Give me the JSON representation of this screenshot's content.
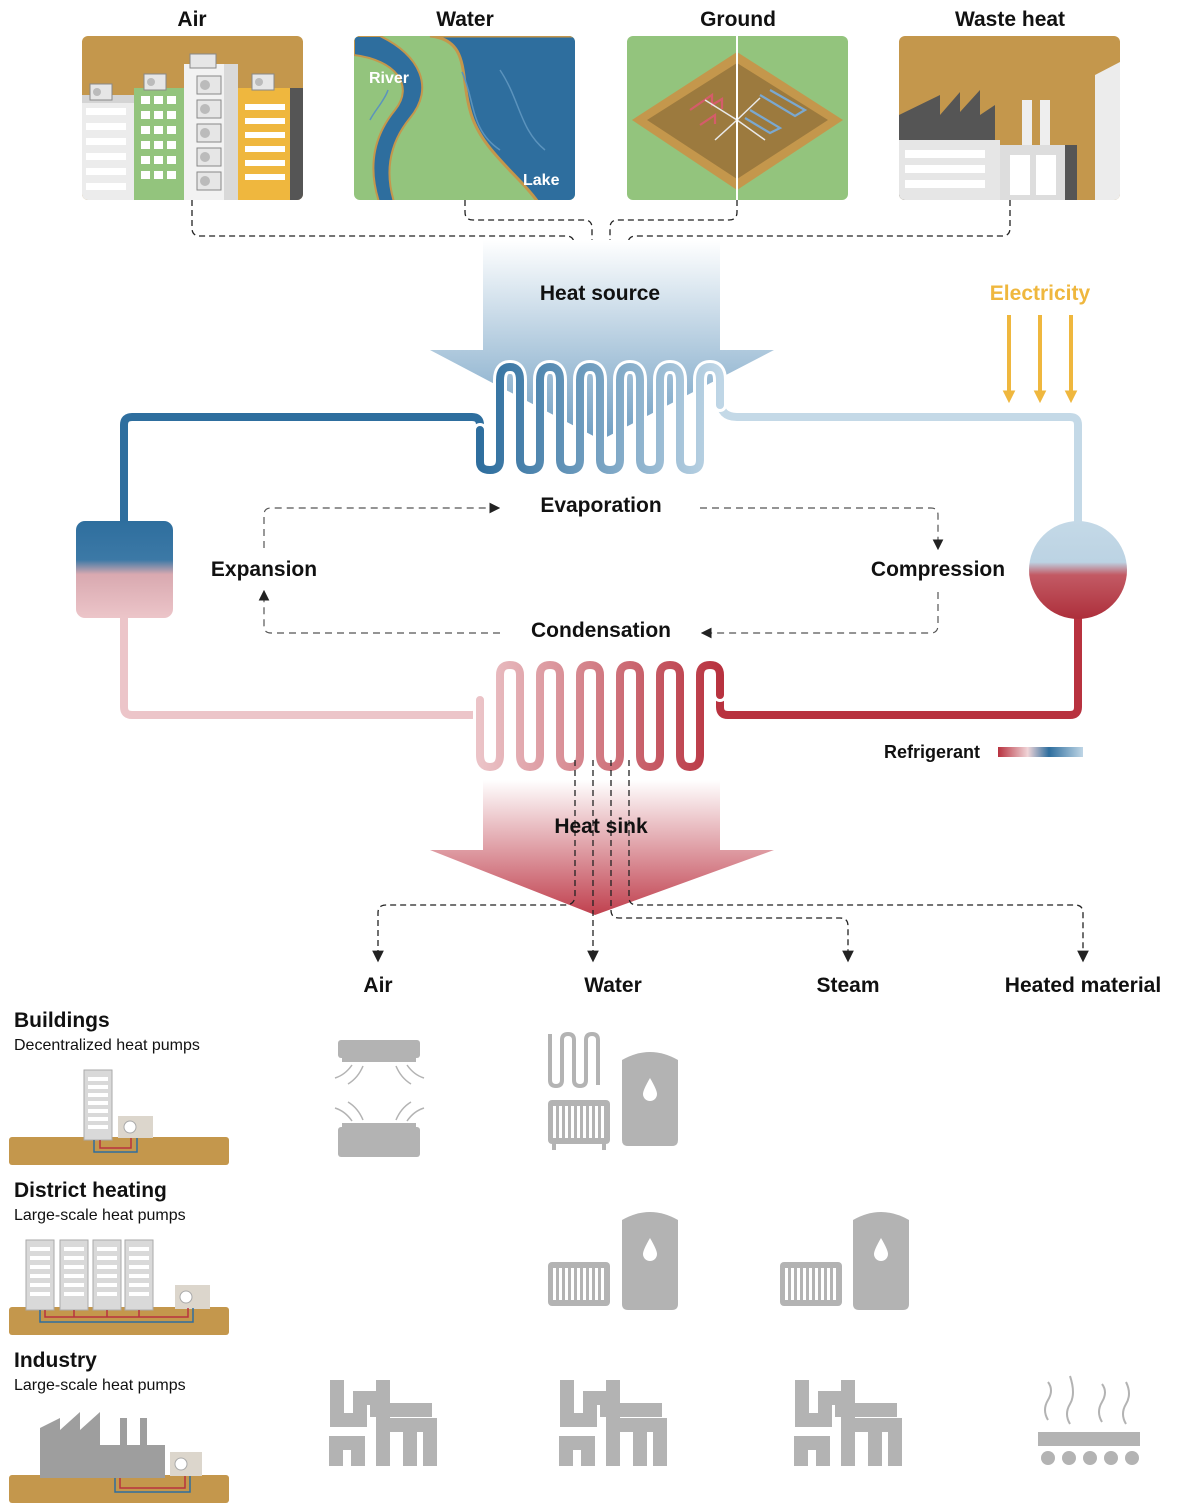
{
  "sources": {
    "air": "Air",
    "water": "Water",
    "ground": "Ground",
    "waste_heat": "Waste heat",
    "river": "River",
    "lake": "Lake"
  },
  "cycle": {
    "heat_source": "Heat source",
    "electricity": "Electricity",
    "evaporation": "Evaporation",
    "expansion": "Expansion",
    "compression": "Compression",
    "condensation": "Condensation",
    "refrigerant": "Refrigerant",
    "heat_sink": "Heat sink"
  },
  "sinks": {
    "air": "Air",
    "water": "Water",
    "steam": "Steam",
    "heated_material": "Heated material"
  },
  "applications": [
    {
      "title": "Buildings",
      "subtitle": "Decentralized heat pumps"
    },
    {
      "title": "District heating",
      "subtitle": "Large-scale heat pumps"
    },
    {
      "title": "Industry",
      "subtitle": "Large-scale heat pumps"
    }
  ],
  "colors": {
    "cold": "#2e6e9e",
    "hot": "#b8323f",
    "electricity": "#efb73e",
    "background_land": "#c4974c",
    "grass": "#93c47d",
    "water": "#2e6e9e",
    "icon_gray": "#b3b3b3"
  },
  "icons": {
    "application_air": "air-conditioner-icon",
    "application_water": "radiator-and-boiler-icon",
    "application_steam": "radiator-and-boiler-icon",
    "application_industry": "pipe-system-icon",
    "application_material": "heated-material-icon"
  }
}
